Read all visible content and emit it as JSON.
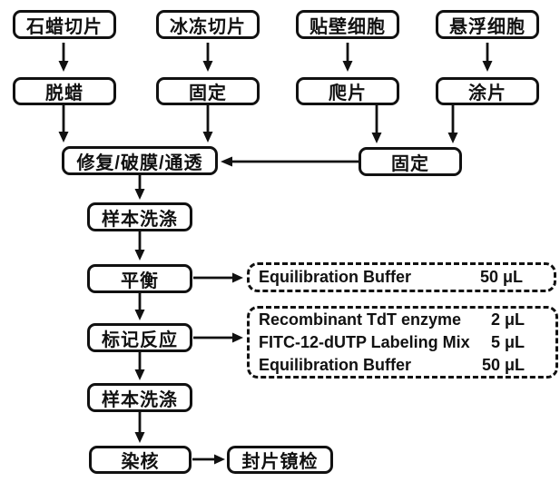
{
  "diagram": {
    "kind": "flowchart",
    "background_color": "#ffffff",
    "line_color": "#111111",
    "nodes": {
      "paraffin_section": "石蜡切片",
      "frozen_section": "冰冻切片",
      "adherent_cells": "贴壁细胞",
      "suspension_cells": "悬浮细胞",
      "dewax": "脱蜡",
      "fix_frozen": "固定",
      "coverslip": "爬片",
      "smear": "涂片",
      "retrieval_permeabilization": "修复/破膜/通透",
      "fix_cells": "固定",
      "sample_wash_1": "样本洗涤",
      "equilibration": "平衡",
      "labeling_reaction": "标记反应",
      "sample_wash_2": "样本洗涤",
      "nuclear_staining": "染核",
      "mount_and_examine": "封片镜检"
    },
    "reagent_notes": {
      "equilibration_buffer": {
        "items": [
          {
            "name": "Equilibration Buffer",
            "volume": "50 μL"
          }
        ]
      },
      "labeling_mix": {
        "items": [
          {
            "name": "Recombinant TdT enzyme",
            "volume": "2 μL"
          },
          {
            "name": "FITC-12-dUTP Labeling Mix",
            "volume": "5 μL"
          },
          {
            "name": "Equilibration Buffer",
            "volume": "50 μL"
          }
        ]
      }
    },
    "edges": [
      {
        "from": "paraffin_section",
        "to": "dewax"
      },
      {
        "from": "frozen_section",
        "to": "fix_frozen"
      },
      {
        "from": "adherent_cells",
        "to": "coverslip"
      },
      {
        "from": "suspension_cells",
        "to": "smear"
      },
      {
        "from": "dewax",
        "to": "retrieval_permeabilization"
      },
      {
        "from": "fix_frozen",
        "to": "retrieval_permeabilization"
      },
      {
        "from": "coverslip",
        "to": "fix_cells"
      },
      {
        "from": "smear",
        "to": "fix_cells"
      },
      {
        "from": "fix_cells",
        "to": "retrieval_permeabilization"
      },
      {
        "from": "retrieval_permeabilization",
        "to": "sample_wash_1"
      },
      {
        "from": "sample_wash_1",
        "to": "equilibration"
      },
      {
        "from": "equilibration",
        "to": "equilibration_buffer_note"
      },
      {
        "from": "equilibration",
        "to": "labeling_reaction"
      },
      {
        "from": "labeling_reaction",
        "to": "labeling_mix_note"
      },
      {
        "from": "labeling_reaction",
        "to": "sample_wash_2"
      },
      {
        "from": "sample_wash_2",
        "to": "nuclear_staining"
      },
      {
        "from": "nuclear_staining",
        "to": "mount_and_examine"
      }
    ]
  }
}
